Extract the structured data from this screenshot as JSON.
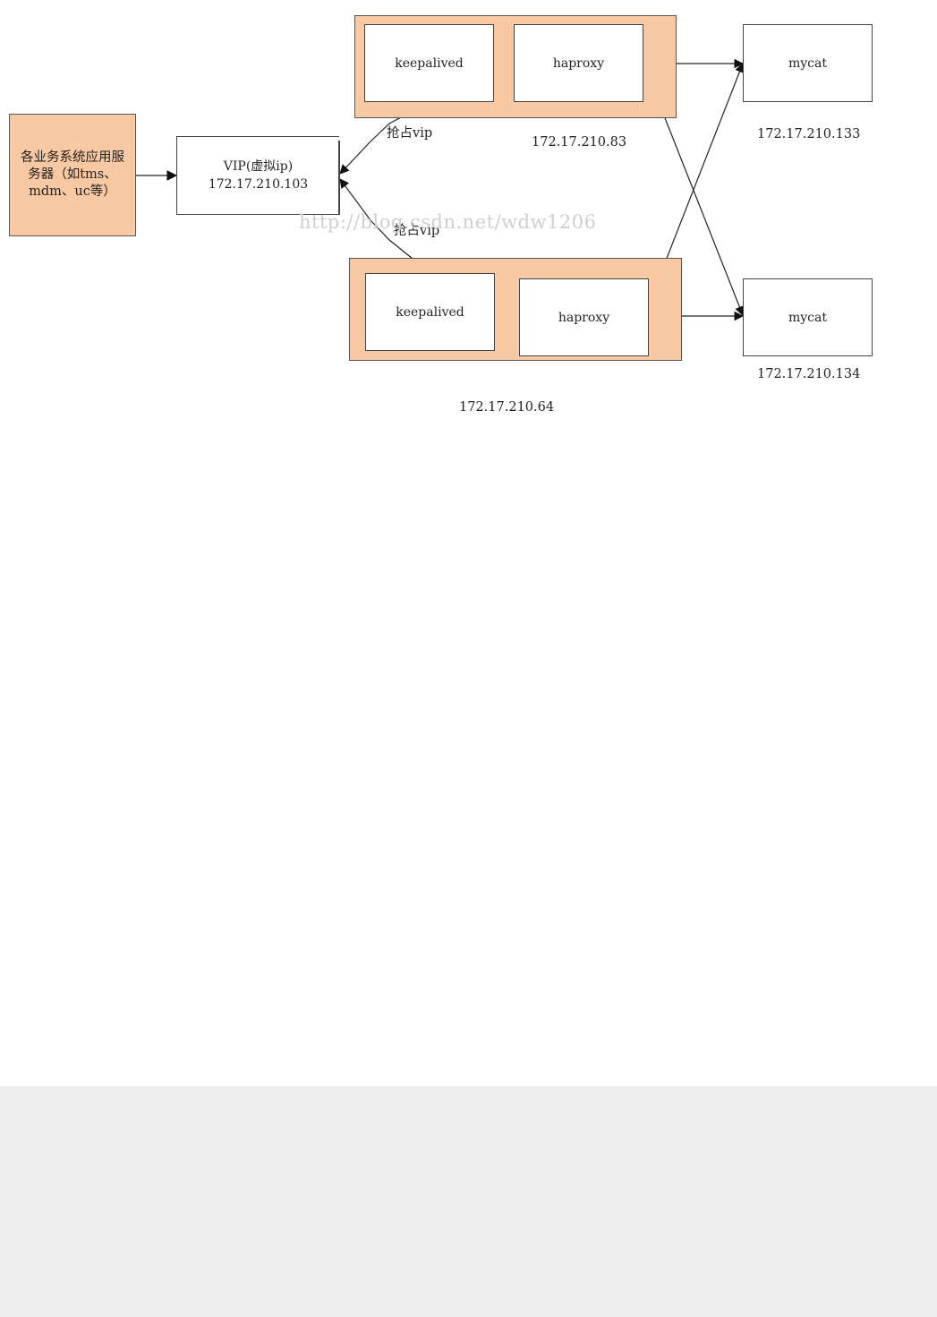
{
  "diagram": {
    "client": {
      "line1": "各业务系统应用服",
      "line2": "务器（如tms、",
      "line3": "mdm、uc等）"
    },
    "vip": {
      "line1": "VIP(虚拟ip)",
      "line2": "172.17.210.103"
    },
    "server_top": {
      "keepalived": "keepalived",
      "haproxy": "haproxy",
      "ip": "172.17.210.83"
    },
    "server_bottom": {
      "keepalived": "keepalived",
      "haproxy": "haproxy",
      "ip": "172.17.210.64"
    },
    "mycat_top": {
      "label": "mycat",
      "ip": "172.17.210.133"
    },
    "mycat_bottom": {
      "label": "mycat",
      "ip": "172.17.210.134"
    },
    "edge_labels": {
      "preempt_top": "抢占vip",
      "preempt_bottom": "抢占vip"
    },
    "watermark": "http://blog.csdn.net/wdw1206",
    "colors": {
      "group_fill": "#f9c9a3",
      "node_fill": "#ffffff",
      "line": "#222222"
    }
  }
}
